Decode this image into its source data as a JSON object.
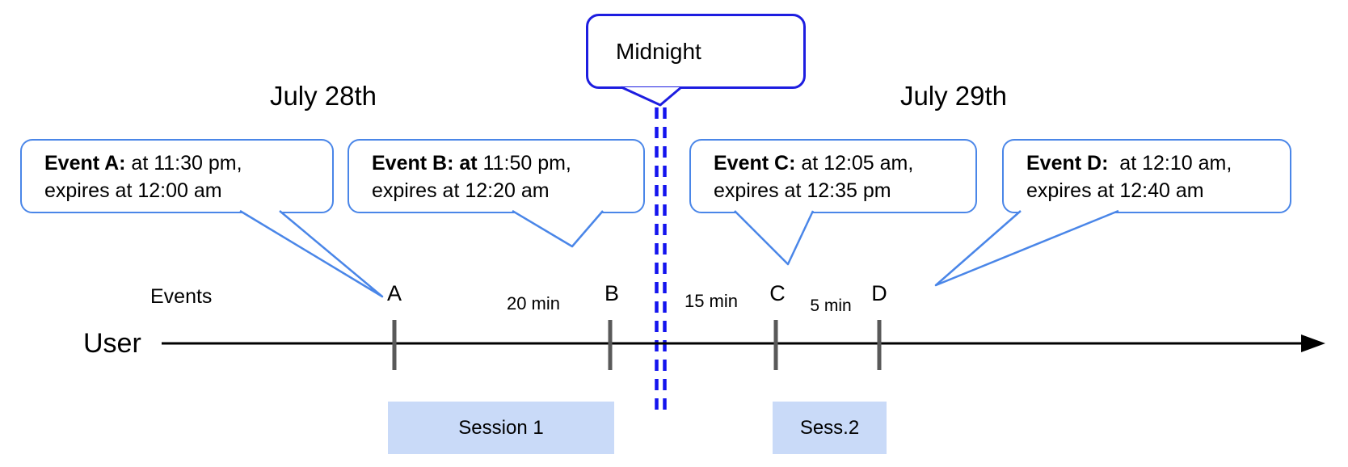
{
  "dates": {
    "left": "July 28th",
    "right": "July 29th"
  },
  "midnight": {
    "label": "Midnight"
  },
  "timeline": {
    "events_label": "Events",
    "user_label": "User"
  },
  "event_callouts": [
    {
      "letter": "A",
      "bold": "Event A:",
      "line1_rest": " at 11:30 pm,",
      "line2": "expires at 12:00 am"
    },
    {
      "letter": "B",
      "bold": "Event B: at",
      "line1_rest": " 11:50 pm,",
      "line2": "expires at 12:20 am"
    },
    {
      "letter": "C",
      "bold": "Event C:",
      "line1_rest": " at 12:05 am,",
      "line2": "expires at 12:35 pm"
    },
    {
      "letter": "D",
      "bold": "Event D:",
      "line1_rest": "  at 12:10 am,",
      "line2": "expires at 12:40 am"
    }
  ],
  "gaps": [
    {
      "label": "20 min"
    },
    {
      "label": "15 min"
    },
    {
      "label": "5 min"
    }
  ],
  "sessions": [
    {
      "label": "Session 1"
    },
    {
      "label": "Sess.2"
    }
  ],
  "colors": {
    "callout_border": "#4a86e8",
    "midnight_border": "#1d1de0",
    "dash_blue": "#1414ee",
    "session_fill": "#c9daf8",
    "tick_gray": "#595959",
    "line_black": "#000000"
  }
}
